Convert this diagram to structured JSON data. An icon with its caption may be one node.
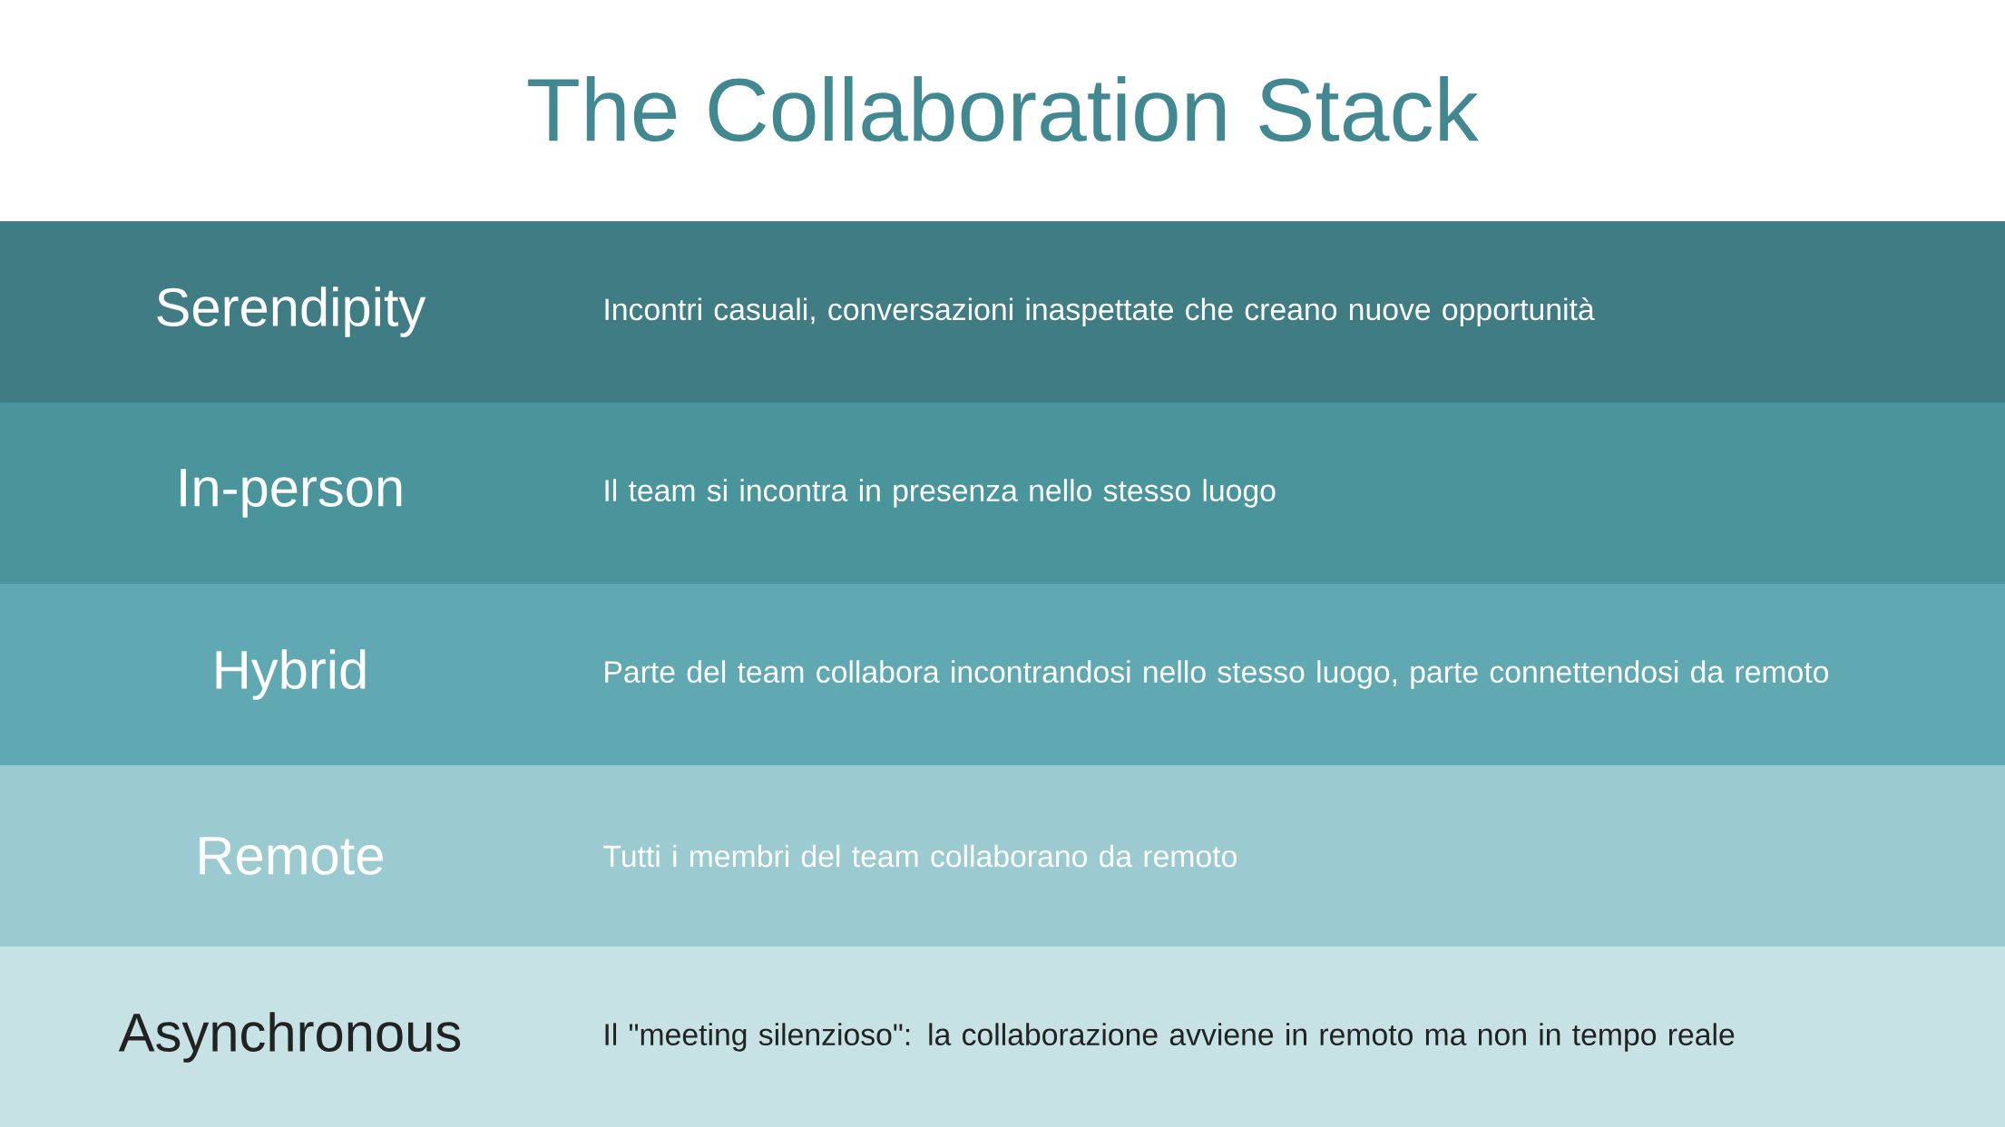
{
  "diagram": {
    "title": "The Collaboration Stack",
    "nodes": [
      {
        "text": [
          "Serendipity",
          "Incontri casuali, conversazioni inaspettate che creano nuove opportunità"
        ]
      },
      {
        "text": [
          "In-person",
          "Il team si incontra in presenza nello stesso luogo"
        ]
      },
      {
        "text": [
          "Hybrid",
          "Parte del team collabora incontrandosi nello stesso luogo, parte connettendosi da remoto"
        ]
      },
      {
        "text": [
          "Remote",
          "Tutti i membri del team collaborano da remoto"
        ]
      },
      {
        "text": [
          "Asynchronous",
          "Il \"meeting silenzioso\": la collaborazione avviene in remoto ma non in tempo reale"
        ]
      }
    ]
  }
}
